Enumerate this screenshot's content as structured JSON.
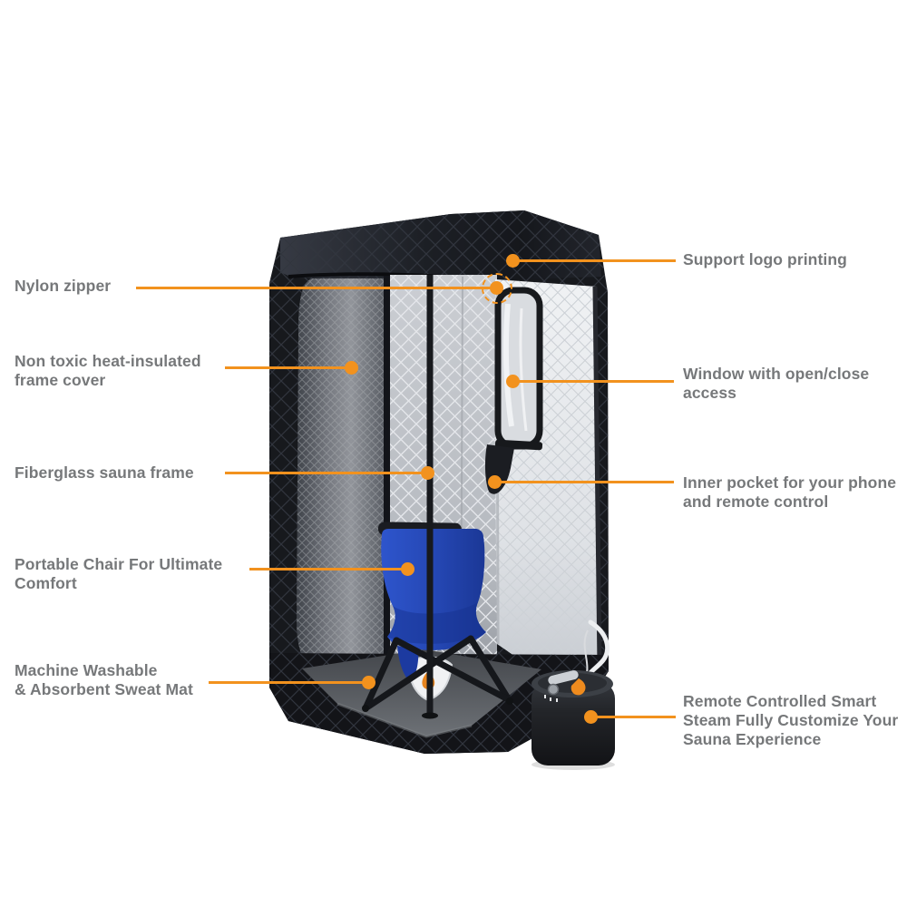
{
  "page": {
    "background": "#ffffff",
    "description": "Portable steam sauna tent product callout diagram with blue folding chair, sweat mat and remote-controlled steam generator"
  },
  "colors": {
    "accent_orange": "#F2921E",
    "label_text": "#76787A",
    "tent_black": "#17191D",
    "interior_silver": "#C3C7CC",
    "curtain_white": "#E9EBEE",
    "chair_blue": "#2A4FC0",
    "floor_gray": "#55585D"
  },
  "annotations": {
    "left": [
      {
        "label": "Nylon zipper"
      },
      {
        "label": "Non toxic heat-insulated\nframe cover"
      },
      {
        "label": "Fiberglass sauna frame"
      },
      {
        "label": "Portable Chair For Ultimate\nComfort"
      },
      {
        "label": "Machine Washable\n& Absorbent Sweat Mat"
      }
    ],
    "right": [
      {
        "label": "Support logo printing"
      },
      {
        "label": "Window with open/close\naccess"
      },
      {
        "label": "Inner pocket for your phone\nand remote control"
      },
      {
        "label": "Remote Controlled Smart\nSteam Fully Customize Your\nSauna Experience"
      }
    ]
  }
}
